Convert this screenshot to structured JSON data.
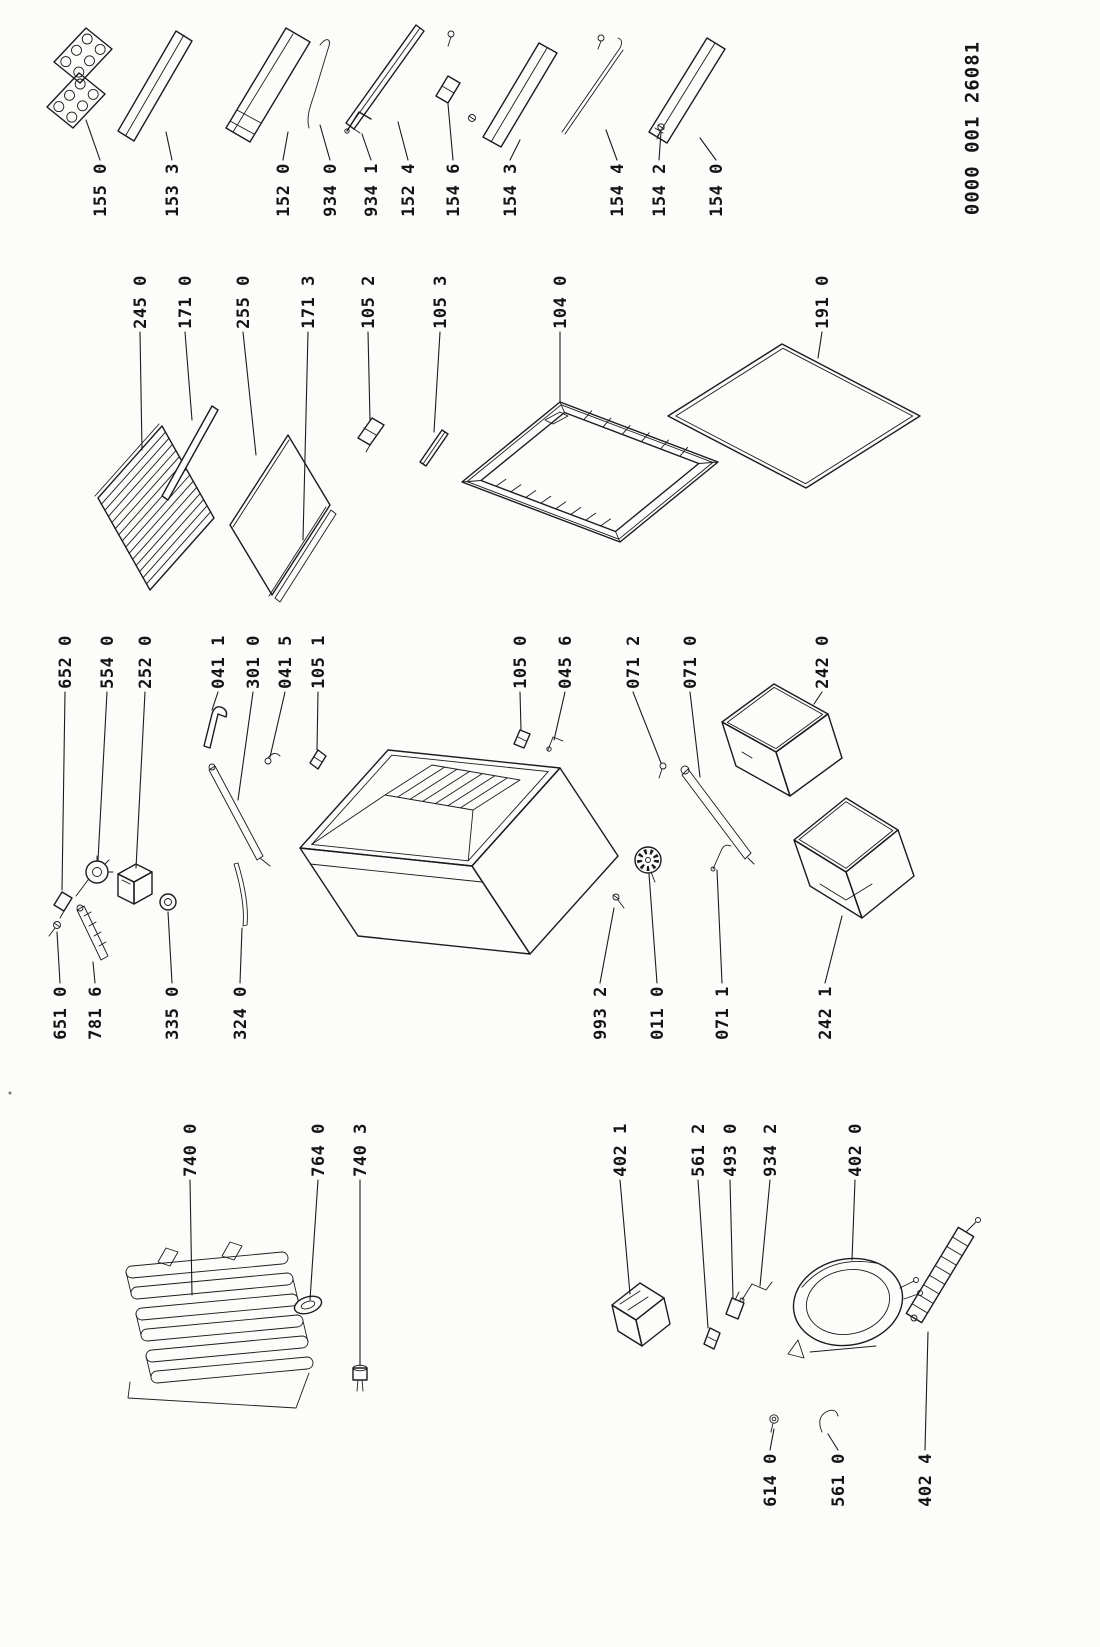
{
  "document": {
    "number": "0000 001 26081",
    "ink_color": "#1c1c1c",
    "paper_color": "#fcfcfa"
  },
  "part_labels": [
    "155 0",
    "153 3",
    "152 0",
    "934 0",
    "934 1",
    "152 4",
    "154 6",
    "154 3",
    "154 4",
    "154 2",
    "154 0",
    "245 0",
    "171 0",
    "255 0",
    "171 3",
    "105 2",
    "105 3",
    "104 0",
    "191 0",
    "652 0",
    "554 0",
    "252 0",
    "041 1",
    "301 0",
    "041 5",
    "105 1",
    "105 0",
    "045 6",
    "071 2",
    "071 0",
    "242 0",
    "651 0",
    "781 6",
    "335 0",
    "324 0",
    "993 2",
    "011 0",
    "071 1",
    "242 1",
    "740 0",
    "764 0",
    "740 3",
    "402 1",
    "561 2",
    "493 0",
    "934 2",
    "402 0",
    "614 0",
    "561 0",
    "402 4"
  ]
}
